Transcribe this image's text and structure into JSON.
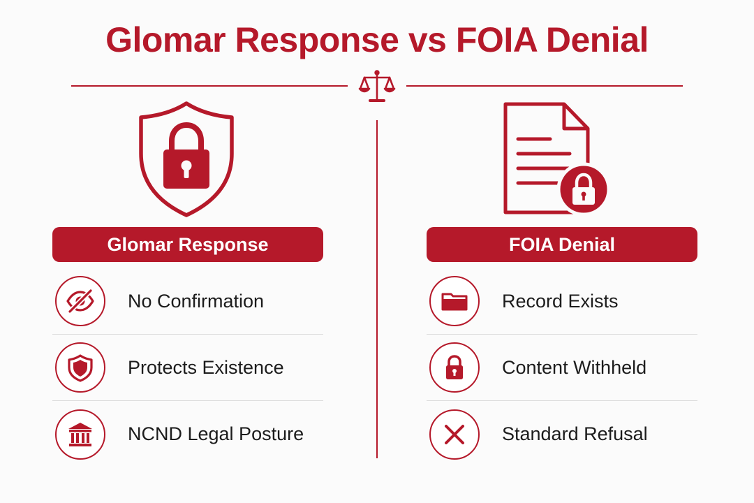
{
  "title": "Glomar Response vs FOIA Denial",
  "colors": {
    "accent": "#b5192a",
    "text": "#1c1c1c",
    "background": "#fbfbfb"
  },
  "center_icon": "scales-of-justice-icon",
  "left": {
    "hero_icon": "shield-lock-icon",
    "header": "Glomar Response",
    "items": [
      {
        "label": "No Confirmation",
        "icon": "eye-slash-icon"
      },
      {
        "label": "Protects Existence",
        "icon": "shield-icon"
      },
      {
        "label": "NCND Legal Posture",
        "icon": "courthouse-icon"
      }
    ]
  },
  "right": {
    "hero_icon": "document-lock-icon",
    "header": "FOIA Denial",
    "items": [
      {
        "label": "Record Exists",
        "icon": "folder-icon"
      },
      {
        "label": "Content Withheld",
        "icon": "padlock-icon"
      },
      {
        "label": "Standard Refusal",
        "icon": "x-mark-icon"
      }
    ]
  }
}
